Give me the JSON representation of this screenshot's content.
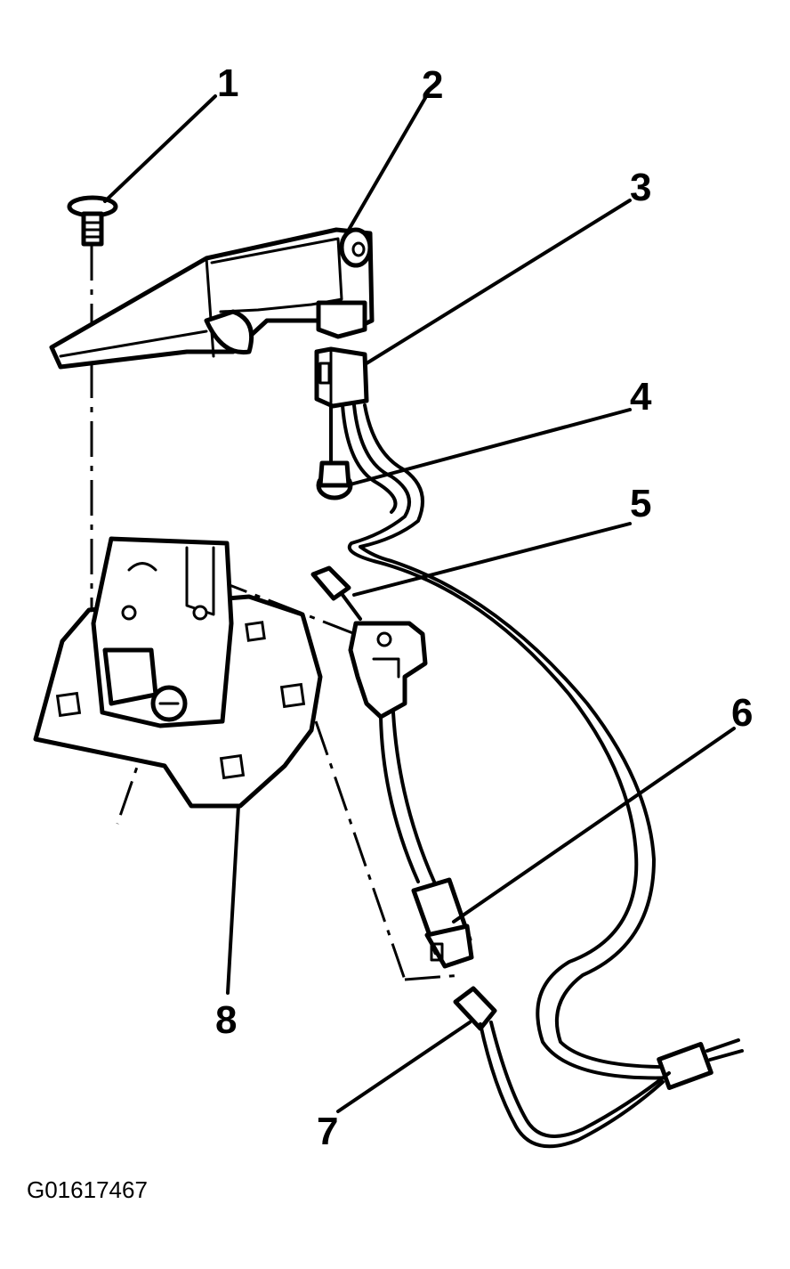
{
  "diagram": {
    "callouts": [
      {
        "number": "1",
        "part": "push-pin-fastener"
      },
      {
        "number": "2",
        "part": "lamp-housing"
      },
      {
        "number": "3",
        "part": "lamp-connector"
      },
      {
        "number": "4",
        "part": "wire-retainer-clip"
      },
      {
        "number": "5",
        "part": "switch-connector"
      },
      {
        "number": "6",
        "part": "harness-connector"
      },
      {
        "number": "7",
        "part": "pigtail-connector"
      },
      {
        "number": "8",
        "part": "mounting-bracket"
      }
    ],
    "figure_id": "G01617467",
    "colors": {
      "ink": "#000000",
      "paper": "#ffffff"
    }
  }
}
